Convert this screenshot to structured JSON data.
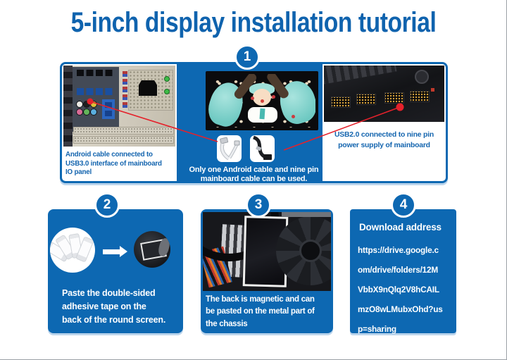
{
  "title": "5-inch display installation tutorial",
  "colors": {
    "accent_blue": "#0d68b2",
    "title_blue": "#0f63ae",
    "caption_blue": "#1465af",
    "connector_red": "#e5212b",
    "panel_shadow": "#bcd5ec"
  },
  "step1": {
    "number": "1",
    "left_caption_lines": [
      "Android cable connected to",
      "USB3.0 interface of mainboard",
      "IO panel"
    ],
    "middle_caption_lines": [
      "Only one Android cable and nine pin",
      "mainboard cable can be used."
    ],
    "right_caption_lines": [
      "USB2.0 connected to nine pin",
      "power supply of mainboard"
    ],
    "icons": [
      "android-cable-icon",
      "nine-pin-cable-icon",
      "red-marker-dot",
      "red-leader-line"
    ]
  },
  "step2": {
    "number": "2",
    "caption_lines": [
      "Paste the double-sided",
      "adhesive tape on the",
      "back of the round screen."
    ],
    "icons": [
      "adhesive-tapes-photo",
      "arrow-right-icon",
      "screen-back-photo"
    ]
  },
  "step3": {
    "number": "3",
    "caption_lines": [
      "The back is magnetic and can",
      "be pasted on the metal part of",
      "the chassis"
    ]
  },
  "step4": {
    "number": "4",
    "heading": "Download address",
    "url_lines": [
      "https://drive.google.c",
      "om/drive/folders/12M",
      "VbbX9nQlq2V8hCAIL",
      "mzO8wLMubxOhd?us",
      "p=sharing"
    ],
    "url_full": "https://drive.google.com/drive/folders/12MVbbX9nQlq2V8hCAILmzO8wLMubxOhd?usp=sharing"
  }
}
